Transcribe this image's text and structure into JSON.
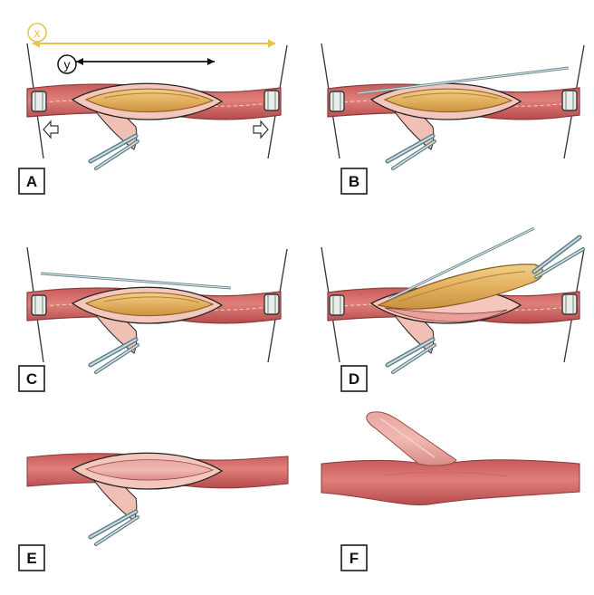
{
  "figure": {
    "panels": [
      {
        "id": "A",
        "label": "A"
      },
      {
        "id": "B",
        "label": "B"
      },
      {
        "id": "C",
        "label": "C"
      },
      {
        "id": "D",
        "label": "D"
      },
      {
        "id": "E",
        "label": "E"
      },
      {
        "id": "F",
        "label": "F"
      }
    ],
    "dimensions": {
      "outer": {
        "label": "x",
        "color": "#e8c24a"
      },
      "inner": {
        "label": "y",
        "color": "#111111"
      }
    }
  },
  "colors": {
    "artery": "#d9716f",
    "artery_dark": "#b9504f",
    "artery_light": "#f0a9a2",
    "plaque": "#e7bd6a",
    "plaque_dark": "#c8963f",
    "flap": "#f2c3b8",
    "clamp": "#d9e6df",
    "suture": "#4a5a5a",
    "instrument": "#7f9aa3"
  }
}
